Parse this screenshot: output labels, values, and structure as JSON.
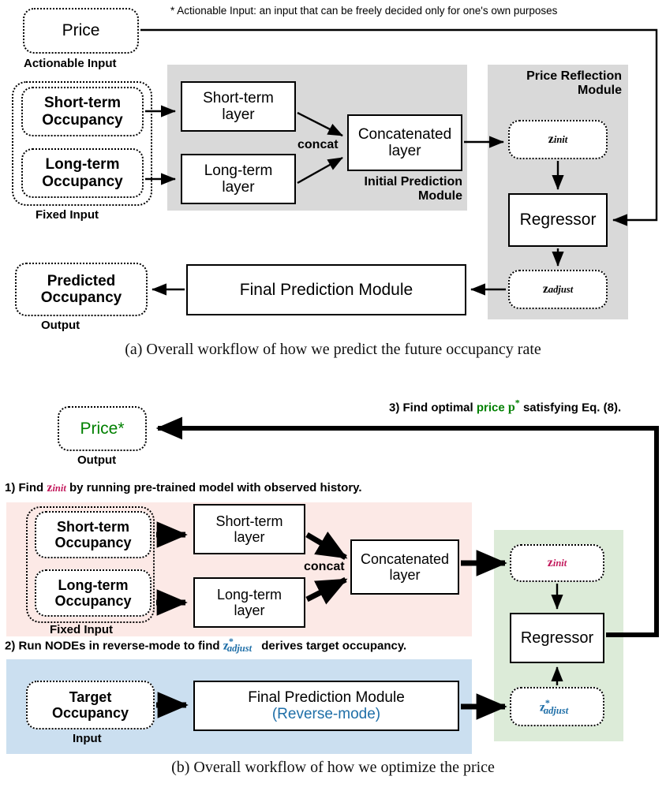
{
  "figure_a": {
    "footnote": "* Actionable Input: an input that can be freely decided only for one's own purposes",
    "price_box": "Price",
    "price_label": "Actionable Input",
    "short_term_occupancy": "Short-term\nOccupancy",
    "long_term_occupancy": "Long-term\nOccupancy",
    "fixed_input_label": "Fixed Input",
    "short_term_layer": "Short-term\nlayer",
    "long_term_layer": "Long-term\nlayer",
    "concat_label": "concat",
    "concatenated_layer": "Concatenated\nlayer",
    "initial_prediction_module": "Initial Prediction\nModule",
    "price_reflection_module": "Price Reflection\nModule",
    "z_init": "z",
    "z_init_sub": "init",
    "regressor": "Regressor",
    "z_adjust": "z",
    "z_adjust_sub": "adjust",
    "final_prediction_module": "Final Prediction Module",
    "predicted_occupancy": "Predicted\nOccupancy",
    "output_label": "Output",
    "caption": "(a)  Overall workflow of how we predict the future occupancy rate"
  },
  "figure_b": {
    "step3_pre": "3) Find optimal ",
    "step3_price": "price ",
    "step3_p": "p",
    "step3_star": "*",
    "step3_post": " satisfying Eq. (8).",
    "price_star": "Price*",
    "output_label": "Output",
    "step1_pre": "1) Find ",
    "step1_z": "z",
    "step1_z_sub": "init",
    "step1_post": " by running pre-trained model with observed history.",
    "short_term_occupancy": "Short-term\nOccupancy",
    "long_term_occupancy": "Long-term\nOccupancy",
    "fixed_input_label": "Fixed Input",
    "short_term_layer": "Short-term\nlayer",
    "long_term_layer": "Long-term\nlayer",
    "concat_label": "concat",
    "concatenated_layer": "Concatenated\nlayer",
    "z_init": "z",
    "z_init_sub": "init",
    "regressor": "Regressor",
    "step2_pre": "2) Run NODEs in reverse-mode to find ",
    "step2_z": "z",
    "step2_z_star": "*",
    "step2_z_sub": "adjust",
    "step2_post": " derives target occupancy.",
    "target_occupancy": "Target\nOccupancy",
    "input_label": "Input",
    "final_prediction_module": "Final Prediction Module",
    "final_prediction_mode": "(Reverse-mode)",
    "z_adjust": "z",
    "z_adjust_star": "*",
    "z_adjust_sub": "adjust",
    "caption": "(b)  Overall workflow of how we optimize the price"
  },
  "colors": {
    "module_gray": "#d9d9d9",
    "pink_region": "#fce9e6",
    "green_region": "#dcebd8",
    "blue_region": "#cbdff0",
    "accent_green": "#008000",
    "accent_magenta": "#c2185b",
    "accent_blue": "#1f6fa8",
    "stroke": "#000000"
  }
}
